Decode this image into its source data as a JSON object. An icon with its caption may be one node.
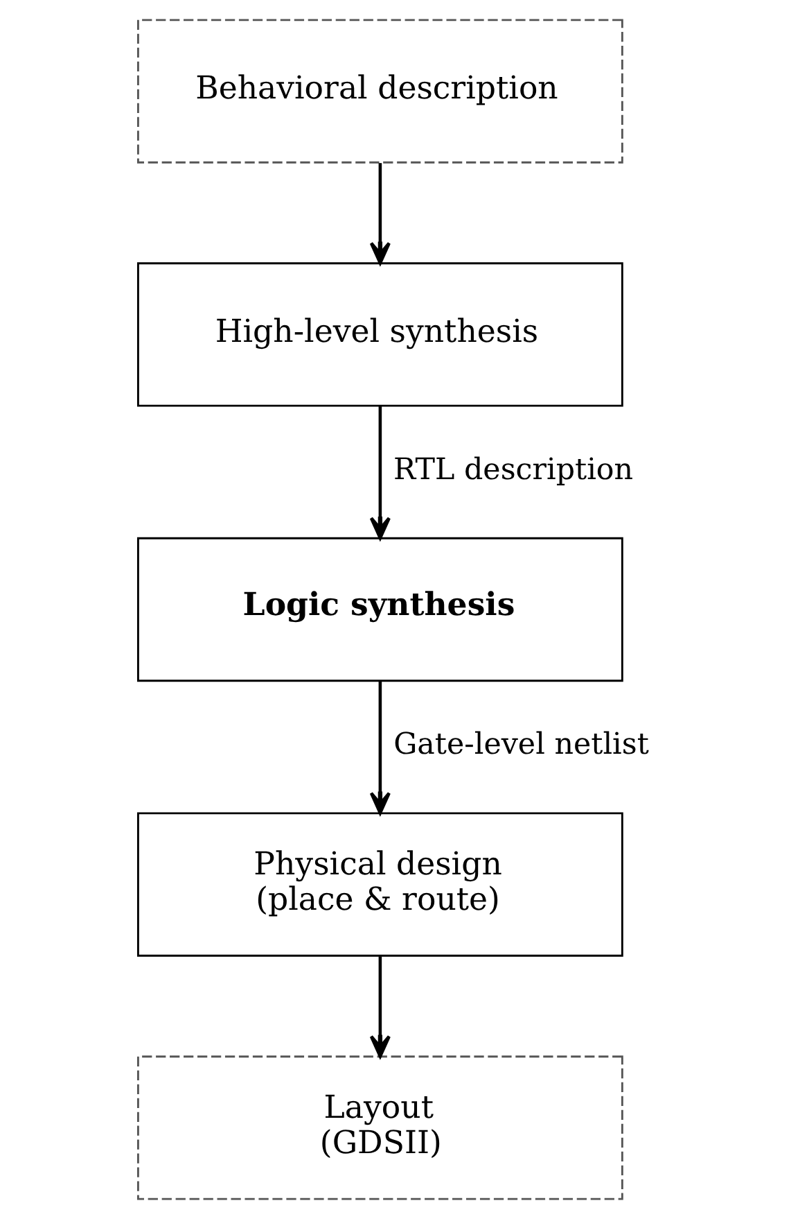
{
  "diagram": {
    "nodes": [
      {
        "text": [
          "Behavioral description"
        ]
      },
      {
        "text": [
          "High-level synthesis"
        ]
      },
      {
        "text": [
          "Logic synthesis"
        ]
      },
      {
        "text": [
          "Physical design (place & route)"
        ]
      },
      {
        "text": [
          "Layout (GDSII)"
        ]
      }
    ],
    "edges": [
      {
        "from": 0,
        "to": 1,
        "arrow": "to"
      },
      {
        "from": 1,
        "to": 2,
        "arrow": "to",
        "label": "RTL description"
      },
      {
        "from": 2,
        "to": 3,
        "arrow": "to",
        "label": "Gate-level netlist"
      },
      {
        "from": 3,
        "to": 4,
        "arrow": "to"
      }
    ]
  }
}
